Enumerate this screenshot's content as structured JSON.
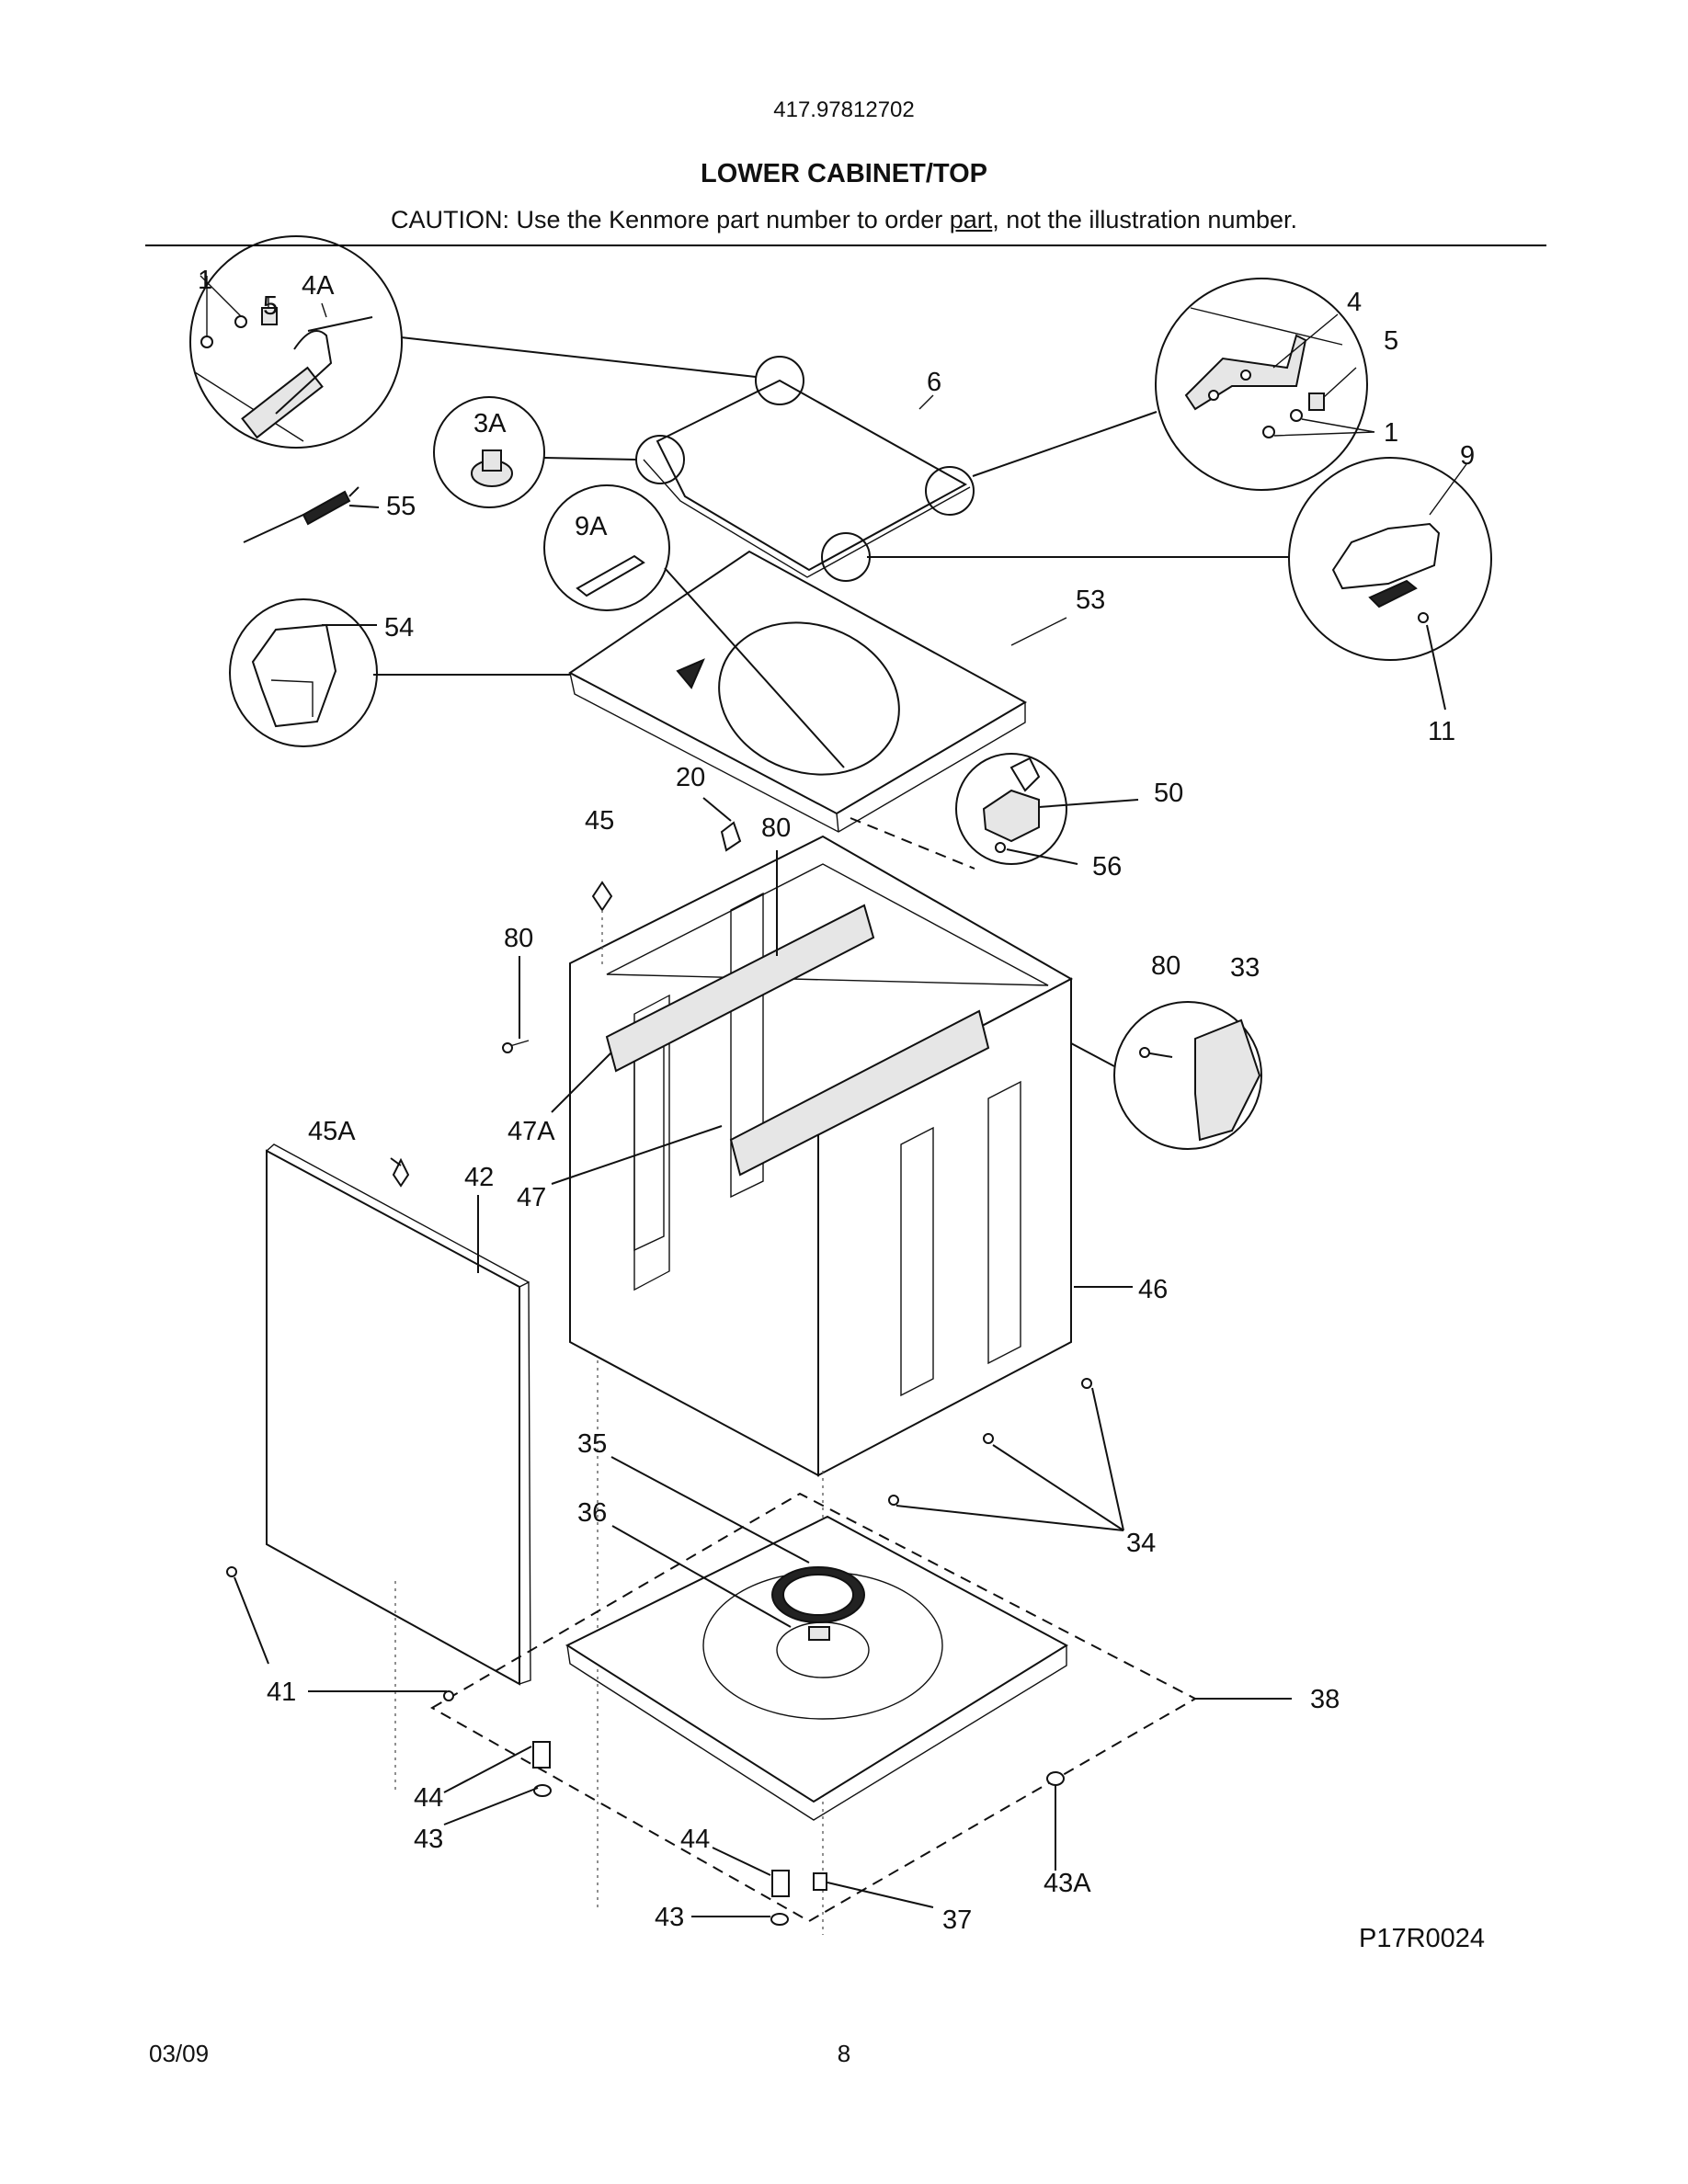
{
  "header": {
    "model_number": "417.97812702",
    "title": "LOWER CABINET/TOP",
    "caution_prefix": "CAUTION: Use the Kenmore part number to order ",
    "caution_underlined": "part",
    "caution_suffix": ", not the illustration number."
  },
  "callouts": {
    "c1a": "1",
    "c5a": "5",
    "c4A": "4A",
    "c3A": "3A",
    "c55": "55",
    "c9A": "9A",
    "c6": "6",
    "c4": "4",
    "c5b": "5",
    "c1b": "1",
    "c9": "9",
    "c53": "53",
    "c11": "11",
    "c54": "54",
    "c20": "20",
    "c45": "45",
    "c80a": "80",
    "c50": "50",
    "c56": "56",
    "c80b": "80",
    "c80c": "80",
    "c33": "33",
    "c45A": "45A",
    "c47A": "47A",
    "c42": "42",
    "c47": "47",
    "c46": "46",
    "c35": "35",
    "c36": "36",
    "c34": "34",
    "c38": "38",
    "c41": "41",
    "c44a": "44",
    "c43a": "43",
    "c44b": "44",
    "c43b": "43",
    "c37": "37",
    "c43A": "43A"
  },
  "figure_code": "P17R0024",
  "footer": {
    "date": "03/09",
    "page_number": "8"
  }
}
